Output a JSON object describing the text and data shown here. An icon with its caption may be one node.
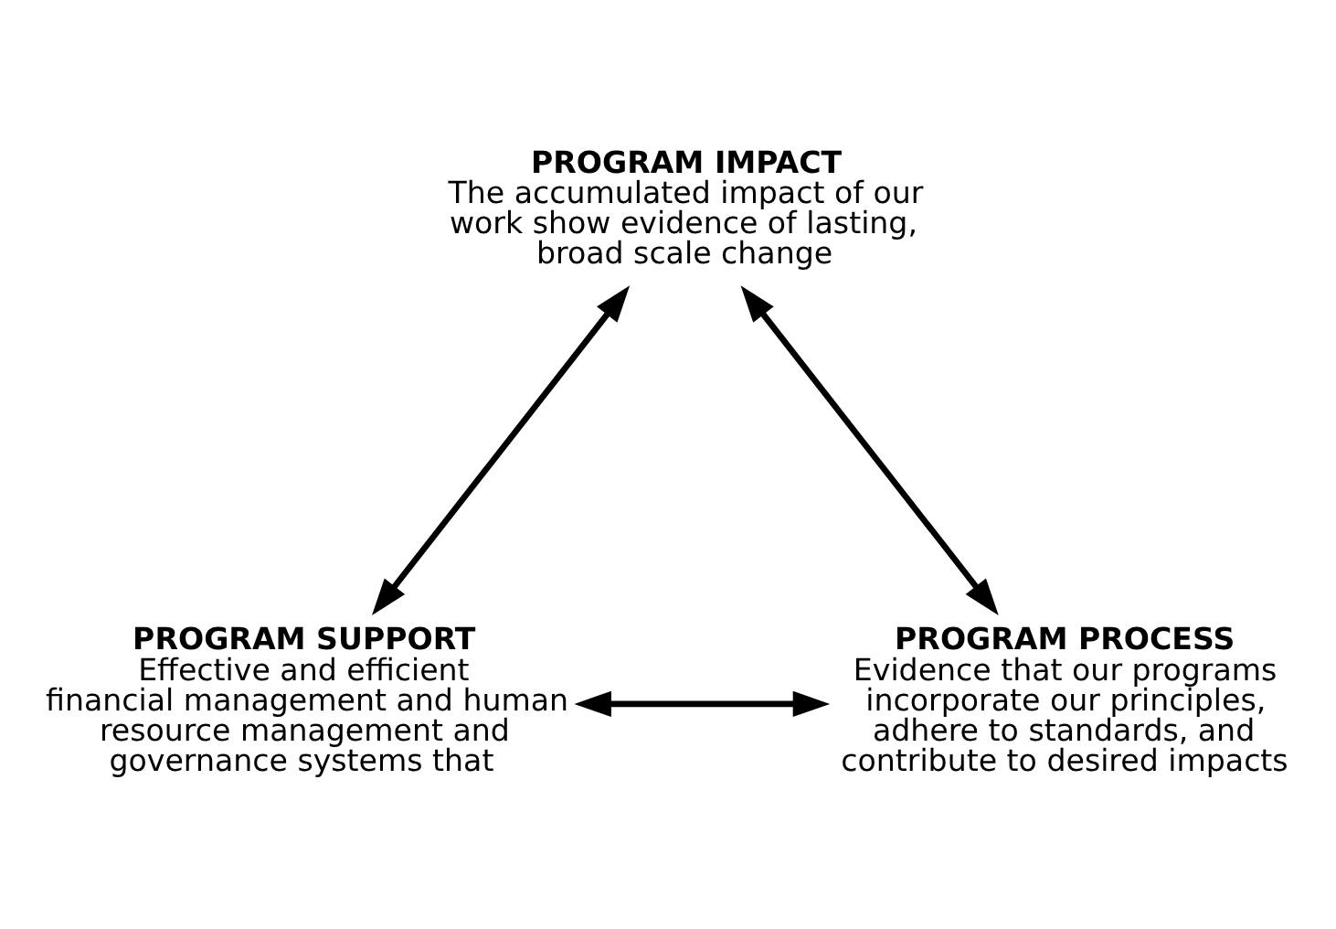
{
  "diagram": {
    "nodes": [
      {
        "text": [
          "PROGRAM IMPACT",
          "The accumulated impact of our work show evidence of lasting, broad scale change"
        ]
      },
      {
        "text": [
          "PROGRAM SUPPORT",
          "Effective and efficient financial management and human resource management and governance systems that"
        ]
      },
      {
        "text": [
          "PROGRAM PROCESS",
          "Evidence that our programs incorporate our principles, adhere to standards, and contribute to desired impacts"
        ]
      }
    ],
    "edges": [
      {
        "from": 0,
        "to": 1,
        "arrow": "both"
      },
      {
        "from": 0,
        "to": 2,
        "arrow": "both"
      },
      {
        "from": 1,
        "to": 2,
        "arrow": "both"
      }
    ]
  }
}
